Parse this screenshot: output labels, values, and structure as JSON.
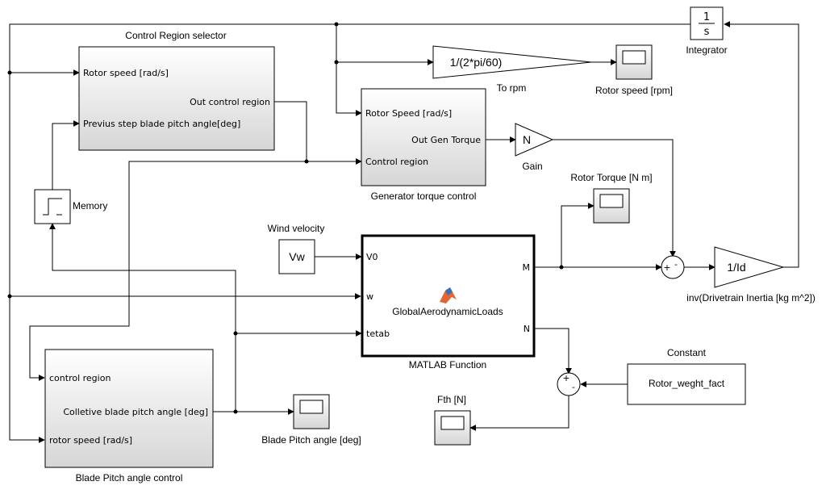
{
  "blocks": {
    "control_region_selector": {
      "title": "Control Region selector",
      "in_rotor_speed": "Rotor speed [rad/s]",
      "in_prev_pitch": "Previus step blade pitch angle[deg]",
      "out_control_region": "Out control region"
    },
    "memory": {
      "label": "Memory"
    },
    "generator_torque_control": {
      "title": "Generator torque control",
      "in_rotor_speed": "Rotor Speed [rad/s]",
      "in_control_region": "Control region",
      "out_gen_torque": "Out Gen Torque"
    },
    "to_rpm": {
      "expr": "1/(2*pi/60)",
      "label": "To rpm"
    },
    "rotor_speed_rpm_scope": {
      "label": "Rotor speed [rpm]"
    },
    "integrator": {
      "num": "1",
      "den": "s",
      "label": "Integrator"
    },
    "gain": {
      "value": "N",
      "label": "Gain"
    },
    "rotor_torque_scope": {
      "label": "Rotor Torque [N m]"
    },
    "wind_velocity": {
      "value": "Vw",
      "label": "Wind velocity"
    },
    "matlab_function": {
      "title": "MATLAB Function",
      "name": "GlobalAerodynamicLoads",
      "in_v0": "V0",
      "in_w": "w",
      "in_tetab": "tetab",
      "out_m": "M",
      "out_n": "N"
    },
    "sum_top": {
      "signs": "+ -",
      "plus": "+",
      "minus": "-"
    },
    "inv_inertia": {
      "expr": "1/Id",
      "label": "inv(Drivetrain Inertia [kg m^2])"
    },
    "constant": {
      "value": "Rotor_weght_fact",
      "label": "Constant"
    },
    "sum_bottom": {
      "plus": "+",
      "minus": "-"
    },
    "fth_scope": {
      "label": "Fth [N]"
    },
    "blade_pitch_scope": {
      "label": "Blade Pitch angle [deg]"
    },
    "blade_pitch_control": {
      "title": "Blade Pitch angle control",
      "in_control_region": "control region",
      "in_rotor_speed": "rotor speed [rad/s]",
      "out_pitch": "Colletive blade pitch angle [deg]"
    }
  }
}
